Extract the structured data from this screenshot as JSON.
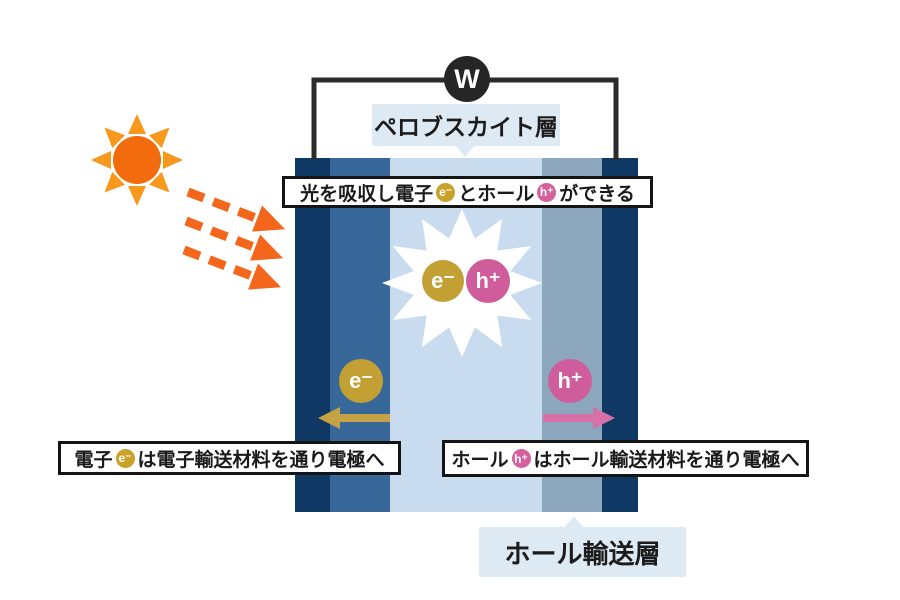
{
  "meter": {
    "label": "W"
  },
  "labels": {
    "perovskite_layer": "ペロブスカイト層",
    "hole_transport_layer": "ホール輸送層"
  },
  "captions": {
    "absorb": {
      "pre": "光を吸収し電子",
      "mid": "とホール",
      "post": "ができる"
    },
    "electron_path": {
      "pre": "電子",
      "post": "は電子輸送材料を通り電極へ"
    },
    "hole_path": {
      "pre": "ホール",
      "post": "はホール輸送材料を通り電極へ"
    }
  },
  "particles": {
    "electron": "e⁻",
    "hole": "h⁺"
  },
  "icons": {
    "sun": "sun-icon",
    "light_rays": "light-ray-arrows",
    "starburst": "excitation-starburst-icon"
  },
  "colors": {
    "electrode_navy": "#103864",
    "electron_transport_blue": "#38689a",
    "perovskite_light_blue": "#c9dbee",
    "hole_transport_gray_blue": "#8ba6bd",
    "electron_gold": "#c2a033",
    "hole_pink": "#cf5c9b",
    "sun_core_orange": "#f26b0c",
    "sun_ray_orange": "#f8981d",
    "light_arrow_orange": "#f4661c",
    "tag_light_blue": "#dde9f3",
    "wire_black": "#2b2b2b",
    "meter_black": "#262626"
  }
}
